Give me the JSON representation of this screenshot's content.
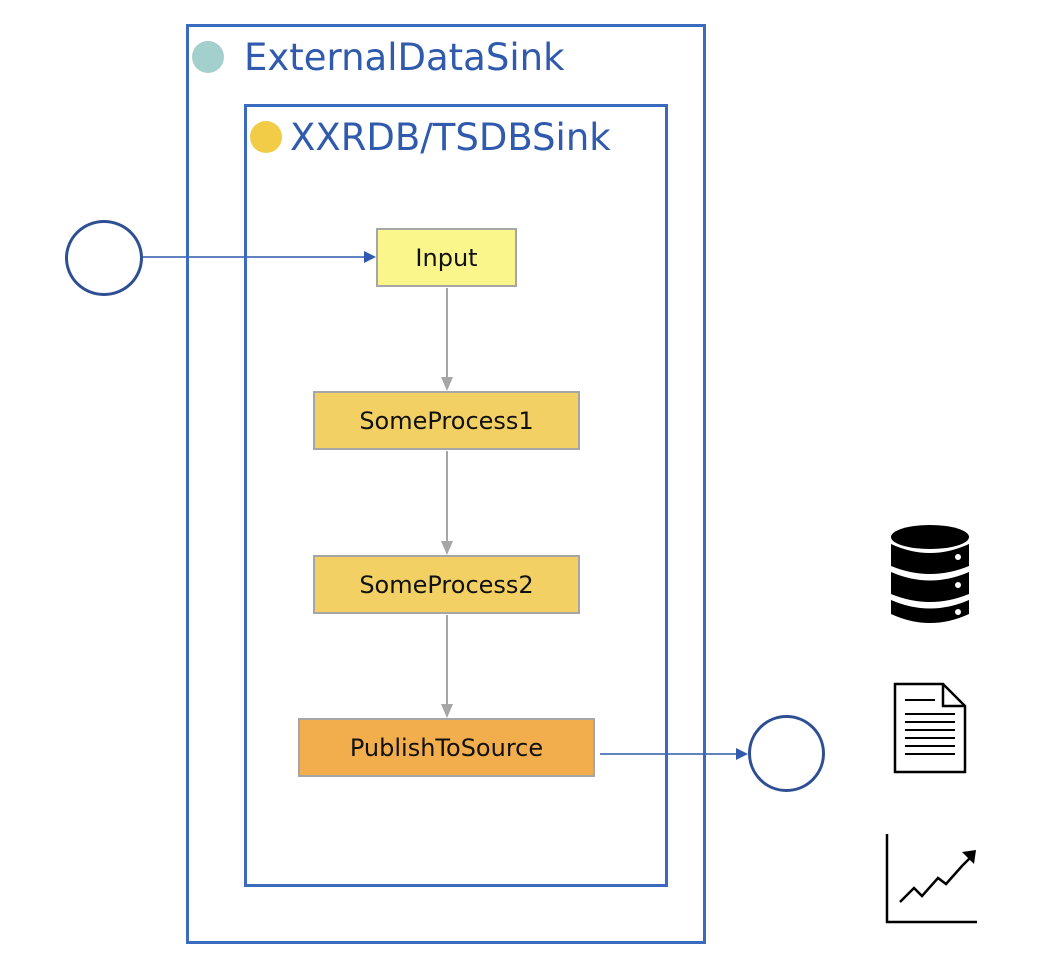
{
  "outer_container": {
    "title": "ExternalDataSink",
    "dot_color": "#a3cfcc",
    "border_color": "#3a6bbf"
  },
  "inner_container": {
    "title": "XXRDB/TSDBSink",
    "dot_color": "#f2cb47",
    "border_color": "#3a6bbf"
  },
  "nodes": [
    {
      "id": "input",
      "label": "Input",
      "fill": "#faf68b"
    },
    {
      "id": "some-process-1",
      "label": "SomeProcess1",
      "fill": "#f2d064"
    },
    {
      "id": "some-process-2",
      "label": "SomeProcess2",
      "fill": "#f2d064"
    },
    {
      "id": "publish-to-source",
      "label": "PublishToSource",
      "fill": "#f2ae4d"
    }
  ],
  "edges": [
    {
      "from": "input-port",
      "to": "input",
      "color": "#2f5aad"
    },
    {
      "from": "input",
      "to": "some-process-1",
      "color": "#a6a6a6"
    },
    {
      "from": "some-process-1",
      "to": "some-process-2",
      "color": "#a6a6a6"
    },
    {
      "from": "some-process-2",
      "to": "publish-to-source",
      "color": "#a6a6a6"
    },
    {
      "from": "publish-to-source",
      "to": "output-port",
      "color": "#2f5aad"
    }
  ],
  "ports": [
    {
      "id": "input-port",
      "label": ""
    },
    {
      "id": "output-port",
      "label": ""
    }
  ],
  "side_icons": [
    "database-icon",
    "document-icon",
    "line-chart-icon"
  ]
}
